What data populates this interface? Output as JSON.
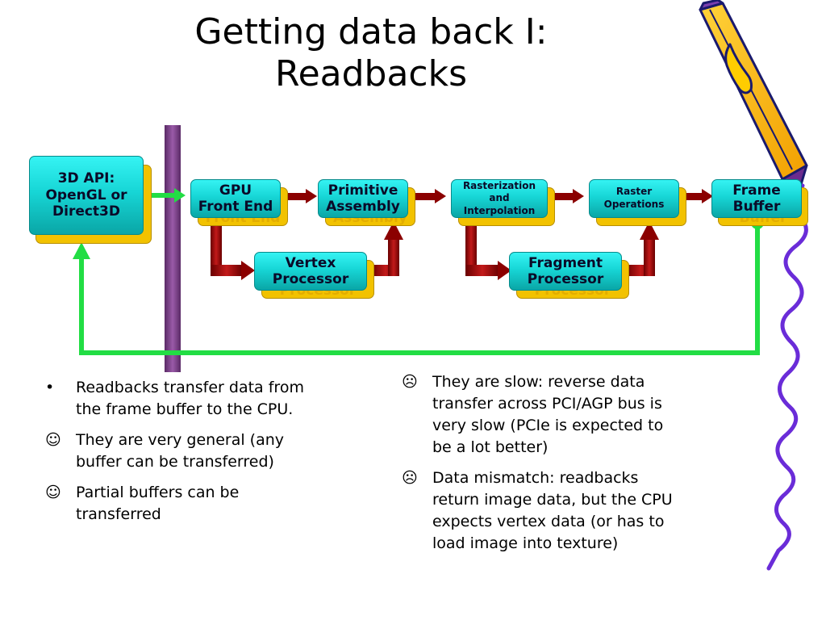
{
  "slide": {
    "title_lines": [
      "Getting data back I:",
      "Readbacks"
    ]
  },
  "diagram": {
    "nodes": {
      "api": [
        "3D API:",
        "OpenGL or",
        "Direct3D"
      ],
      "gpu_front_end": [
        "GPU",
        "Front End"
      ],
      "primitive_assembly": [
        "Primitive",
        "Assembly"
      ],
      "rasterization": [
        "Rasterization",
        "and",
        "Interpolation"
      ],
      "raster_operations": [
        "Raster",
        "Operations"
      ],
      "frame_buffer": [
        "Frame",
        "Buffer"
      ],
      "vertex_processor": [
        "Vertex",
        "Processor"
      ],
      "fragment_processor": [
        "Fragment",
        "Processor"
      ]
    },
    "colors": {
      "node_fill": "#17d6d6",
      "node_shadow": "#f2c200",
      "separator": "#7b3d86",
      "pipeline_arrow": "#8b0000",
      "readback_path": "#22dd44"
    }
  },
  "bullets_left": [
    {
      "marker": "•",
      "text": [
        "Readbacks transfer data from",
        "the frame buffer to the CPU."
      ]
    },
    {
      "marker": "☺",
      "text": [
        "They are very general (any",
        "buffer can be transferred)"
      ]
    },
    {
      "marker": "☺",
      "text": [
        "Partial buffers can be",
        "transferred"
      ]
    }
  ],
  "bullets_right": [
    {
      "marker": "☹",
      "text": [
        "They are slow: reverse data",
        "transfer across PCI/AGP bus is",
        "very slow (PCIe is expected to",
        "be a lot better)"
      ]
    },
    {
      "marker": "☹",
      "text": [
        "Data mismatch: readbacks",
        "return image data, but the CPU",
        "expects vertex data (or has to",
        "load image into texture)"
      ]
    }
  ]
}
